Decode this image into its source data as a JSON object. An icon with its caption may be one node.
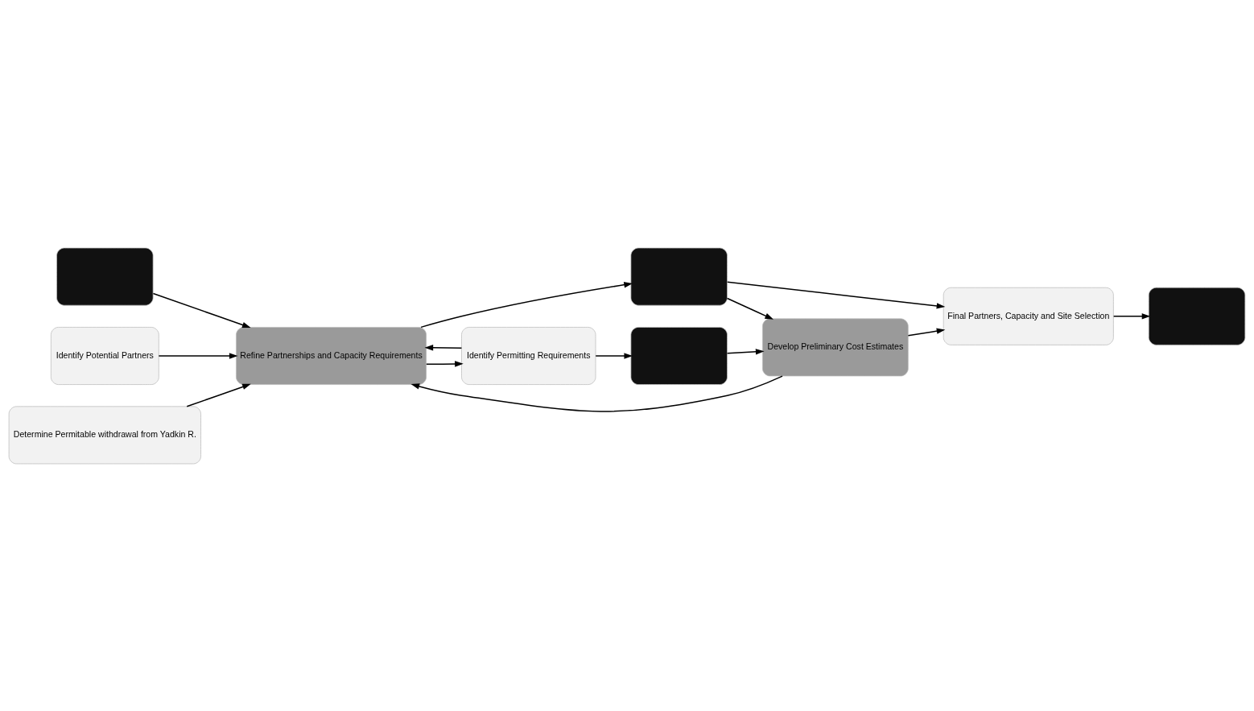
{
  "diagram": {
    "nodes": [
      {
        "text": [],
        "shape": "box"
      },
      {
        "text": [],
        "shape": "box"
      },
      {
        "text": [
          "Identify Potential Partners"
        ]
      },
      {
        "text": [
          "Determine Permitable withdrawal from Yadkin R."
        ]
      },
      {
        "text": [
          "Refine Partnerships and Capacity Requirements"
        ]
      },
      {
        "text": [],
        "shape": "box"
      },
      {
        "text": [
          "Final Partners, Capacity and Site Selection"
        ]
      },
      {
        "text": [
          "Identify Permitting Requirements"
        ]
      },
      {
        "text": [],
        "shape": "box"
      },
      {
        "text": [
          "Develop Preliminary Cost Estimates"
        ]
      }
    ],
    "edges": [
      {
        "from": 0,
        "to": 4,
        "arrow": "to"
      },
      {
        "from": 2,
        "to": 4,
        "arrow": "to"
      },
      {
        "from": 3,
        "to": 4,
        "arrow": "to"
      },
      {
        "from": 7,
        "to": 4,
        "arrow": "to"
      },
      {
        "from": 4,
        "to": 5,
        "arrow": "to"
      },
      {
        "from": 5,
        "to": 6,
        "arrow": "to"
      },
      {
        "from": 5,
        "to": 9,
        "arrow": "to"
      },
      {
        "from": 9,
        "to": 6,
        "arrow": "to"
      },
      {
        "from": 9,
        "to": 4,
        "arrow": "to"
      },
      {
        "from": 4,
        "to": 7,
        "arrow": "to"
      },
      {
        "from": 7,
        "to": 8,
        "arrow": "to"
      },
      {
        "from": 8,
        "to": 9,
        "arrow": "to"
      },
      {
        "from": 6,
        "to": 1,
        "arrow": "to"
      }
    ]
  }
}
